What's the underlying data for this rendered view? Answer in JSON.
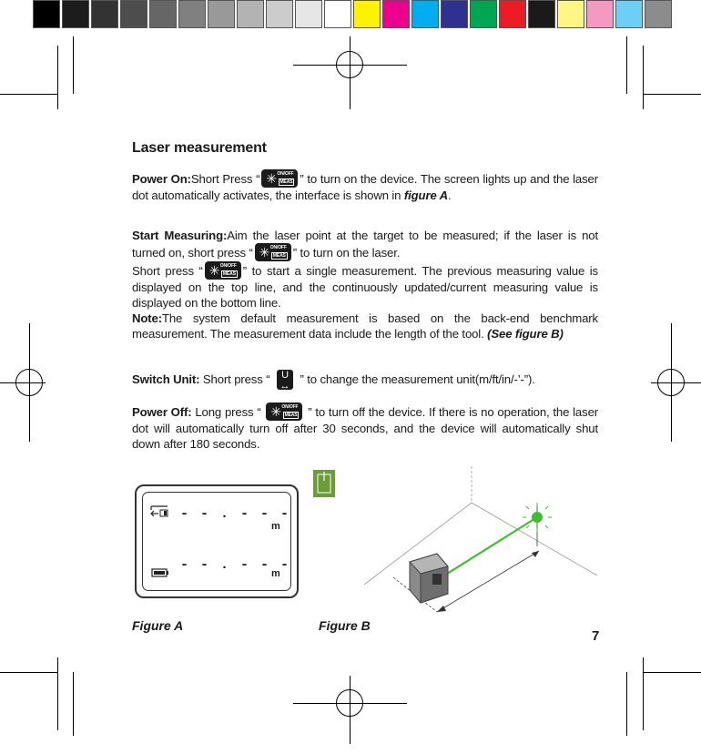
{
  "color_bar": [
    "#000000",
    "#1c1c1c",
    "#333333",
    "#4d4d4d",
    "#666666",
    "#808080",
    "#999999",
    "#b3b3b3",
    "#cccccc",
    "#e6e6e6",
    "#ffffff",
    "#fff200",
    "#ec008c",
    "#00aeef",
    "#2e3192",
    "#00a651",
    "#ed1c24",
    "#1a1a1a",
    "#fff685",
    "#f49ac1",
    "#6dcff6",
    "#8c8c8c"
  ],
  "heading": "Laser measurement",
  "power_on": {
    "label": "Power On:",
    "pre": "Short Press “",
    "post": "” to turn on the device. The screen lights up and the laser dot automatically activates, the interface is shown in ",
    "fig_ref": "figure A",
    "end": "."
  },
  "start": {
    "label": "Start Measuring:",
    "p1_pre": "Aim the laser point at the target to be measured; if the laser is not turned on, short press “",
    "p1_post": "” to turn on the laser.",
    "p2_pre": "Short press “",
    "p2_post": "” to start a single measurement. The previous measuring value is displayed on the top line, and the continuously updated/current measuring value is displayed on the bottom line."
  },
  "note": {
    "label": "Note:",
    "text": "The system default measurement is based on the back-end benchmark measurement. The measurement data include the length of the tool. ",
    "see": "(See figure B)"
  },
  "switch_unit": {
    "label": "Switch Unit:",
    "pre": " Short press “ ",
    "post": " ” to change the measurement unit(m/ft/in/-’-”)."
  },
  "power_off": {
    "label": "Power Off:",
    "pre": " Long press “ ",
    "post": " ” to turn off the device. If there is no operation, the laser dot will automatically turn off after 30 seconds, and the device will automatically shut down after 180 seconds."
  },
  "key": {
    "line1": "ON/OFF",
    "line2": "MEAS"
  },
  "unit_key": {
    "top": "U",
    "bottom": "↔"
  },
  "lcd": {
    "top_value": "- - . - - -",
    "bottom_value": "- - . - - -",
    "unit": "m"
  },
  "figure_a": "Figure A",
  "figure_b": "Figure B",
  "page_number": "7",
  "laser_color": "#3fbf2f"
}
